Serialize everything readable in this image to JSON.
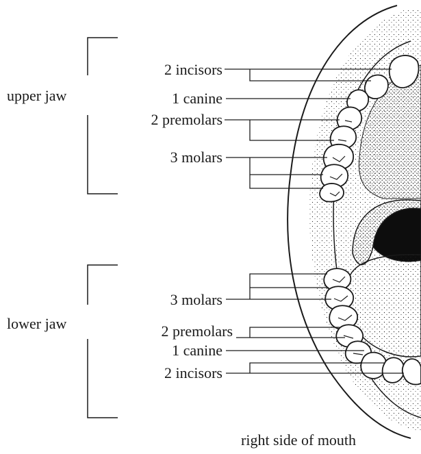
{
  "diagram": {
    "caption": "right side of mouth",
    "upper": {
      "group_label": "upper jaw",
      "incisors": "2 incisors",
      "canine": "1 canine",
      "premolars": "2 premolars",
      "molars": "3 molars"
    },
    "lower": {
      "group_label": "lower jaw",
      "molars": "3 molars",
      "premolars": "2 premolars",
      "canine": "1 canine",
      "incisors": "2 incisors"
    },
    "colors": {
      "ink": "#1a1a1a",
      "background": "#ffffff",
      "throat": "#0d0d0d"
    }
  }
}
